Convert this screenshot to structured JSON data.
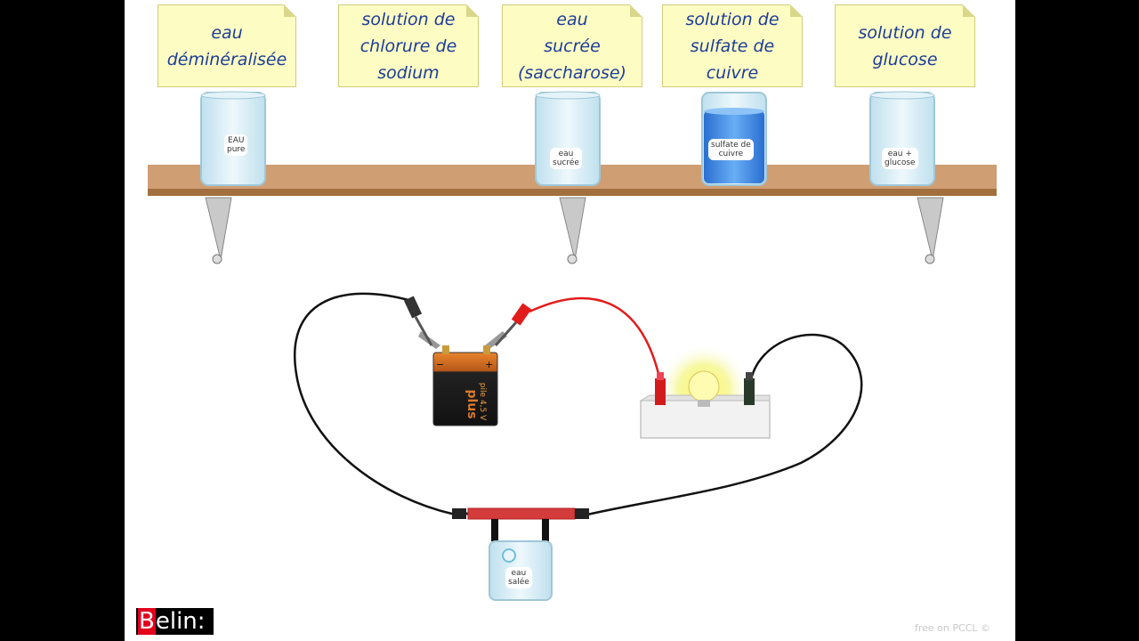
{
  "notes": [
    {
      "text": "eau\ndéminéralisée"
    },
    {
      "text": "solution de\nchlorure de\nsodium"
    },
    {
      "text": "eau\nsucrée\n(saccharose)"
    },
    {
      "text": "solution de\nsulfate de\ncuivre"
    },
    {
      "text": "solution de\nglucose"
    }
  ],
  "beakers": [
    {
      "label": "EAU\npure"
    },
    {
      "label": "eau\nsucrée"
    },
    {
      "label": "sulfate de\ncuivre"
    },
    {
      "label": "eau +\nglucose"
    }
  ],
  "circuit": {
    "battery_text": "pile 4,5 V",
    "battery_brand": "plus",
    "minus_sign": "−",
    "plus_sign": "+",
    "cell_label": "eau\nsalée"
  },
  "branding": {
    "logo_prefix": "B",
    "logo_rest": "elin:",
    "watermark": "free on PCCL ©"
  },
  "colors": {
    "note_bg": "#fdfcc2",
    "note_text": "#1d3d9a",
    "shelf": "#cf9e73",
    "copper_solution": "#3f8de0",
    "wire_red": "#e21b1b"
  }
}
